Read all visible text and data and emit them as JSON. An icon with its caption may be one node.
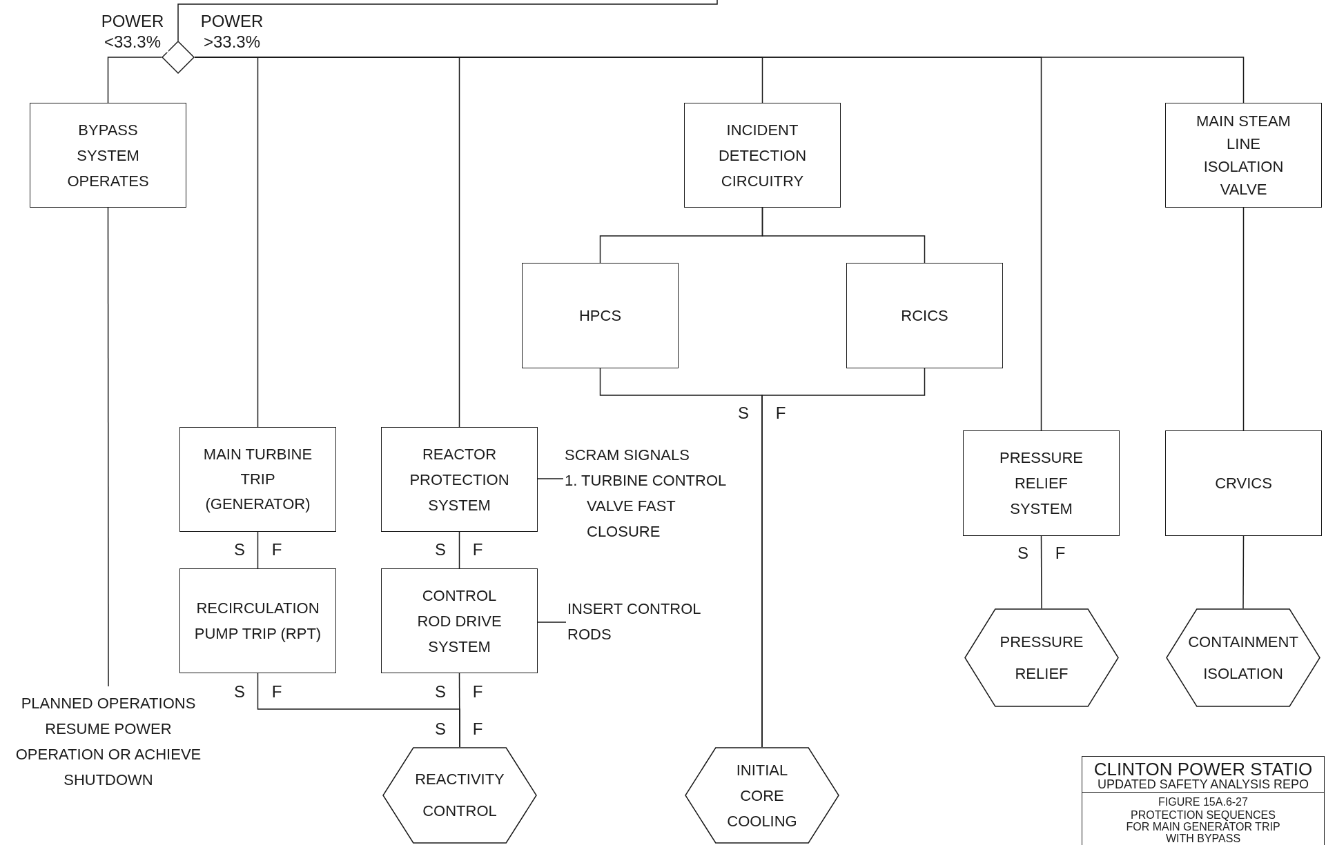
{
  "diagram": {
    "title": "PROTECTION SEQUENCES FOR MAIN GENERATOR TRIP WITH BYPASS",
    "nodes": [
      {
        "text": [],
        "shape": "diamond"
      },
      {
        "text": [
          "BYPASS SYSTEM OPERATES"
        ]
      },
      {
        "text": [
          "PLANNED OPERATIONS RESUME POWER OPERATION OR ACHIEVE SHUTDOWN"
        ]
      },
      {
        "text": [
          "MAIN TURBINE TRIP (GENERATOR)"
        ]
      },
      {
        "text": [
          "RECIRCULATION PUMP TRIP (RPT)"
        ]
      },
      {
        "text": [
          "REACTOR PROTECTION SYSTEM"
        ]
      },
      {
        "text": [
          "SCRAM SIGNALS",
          "1. TURBINE CONTROL VALVE FAST CLOSURE"
        ]
      },
      {
        "text": [
          "CONTROL ROD DRIVE SYSTEM"
        ]
      },
      {
        "text": [
          "INSERT CONTROL RODS"
        ]
      },
      {
        "text": [
          "REACTIVITY CONTROL"
        ]
      },
      {
        "text": [
          "INCIDENT DETECTION CIRCUITRY"
        ]
      },
      {
        "text": [
          "HPCS"
        ]
      },
      {
        "text": [
          "RCICS"
        ]
      },
      {
        "text": [
          "INITIAL CORE COOLING"
        ]
      },
      {
        "text": [
          "PRESSURE RELIEF SYSTEM"
        ]
      },
      {
        "text": [
          "PRESSURE RELIEF"
        ]
      },
      {
        "text": [
          "MAIN STEAM LINE ISOLATION VALVE"
        ]
      },
      {
        "text": [
          "CRVICS"
        ]
      },
      {
        "text": [
          "CONTAINMENT ISOLATION"
        ]
      }
    ],
    "edges": [
      {
        "from": null,
        "to": 0,
        "arrow": "none"
      },
      {
        "from": 0,
        "to": 1,
        "arrow": "none",
        "label": "POWER <33.3%"
      },
      {
        "from": 0,
        "to": 3,
        "arrow": "none",
        "label": "POWER >33.3%"
      },
      {
        "from": 0,
        "to": 5,
        "arrow": "none"
      },
      {
        "from": 0,
        "to": 10,
        "arrow": "none"
      },
      {
        "from": 0,
        "to": 14,
        "arrow": "none"
      },
      {
        "from": 0,
        "to": 16,
        "arrow": "none"
      },
      {
        "from": 1,
        "to": 2,
        "arrow": "none"
      },
      {
        "from": 3,
        "to": 4,
        "arrow": "none"
      },
      {
        "from": 4,
        "to": 9,
        "arrow": "none"
      },
      {
        "from": 5,
        "to": 6,
        "arrow": "none"
      },
      {
        "from": 5,
        "to": 7,
        "arrow": "none"
      },
      {
        "from": 7,
        "to": 8,
        "arrow": "none"
      },
      {
        "from": 7,
        "to": 9,
        "arrow": "none"
      },
      {
        "from": 10,
        "to": 11,
        "arrow": "none"
      },
      {
        "from": 10,
        "to": 12,
        "arrow": "none"
      },
      {
        "from": 11,
        "to": 13,
        "arrow": "none"
      },
      {
        "from": 12,
        "to": 13,
        "arrow": "none"
      },
      {
        "from": 14,
        "to": 15,
        "arrow": "none"
      },
      {
        "from": 16,
        "to": 17,
        "arrow": "none"
      },
      {
        "from": 17,
        "to": 18,
        "arrow": "none"
      }
    ],
    "labels": [
      "S",
      "F",
      "S",
      "F",
      "S",
      "F",
      "S",
      "F",
      "S",
      "F",
      "S",
      "F",
      "S",
      "F",
      "CLINTON POWER STATIO",
      "UPDATED SAFETY ANALYSIS REPO",
      "FIGURE 15A.6-27"
    ]
  }
}
